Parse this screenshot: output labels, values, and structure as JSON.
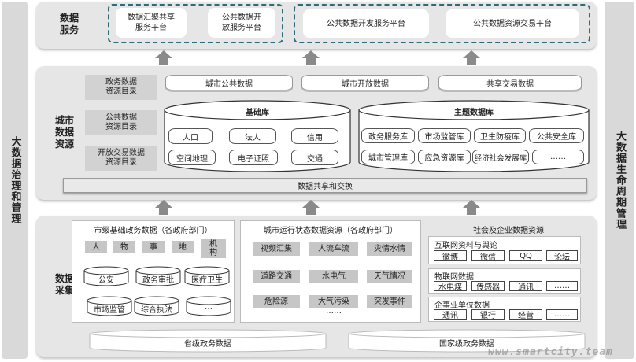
{
  "left_side": "大数据治理和管理",
  "right_side": "大数据生命周期管理",
  "services": {
    "label": "数据\n服务",
    "left_items": [
      "数据汇聚共享\n服务平台",
      "公共数据开\n放服务平台"
    ],
    "right_items": [
      "公共数据开发服务平台",
      "公共数据资源交易平台"
    ]
  },
  "resources": {
    "label": "城市\n数据\n资源",
    "catalogs": [
      "政务数据\n资源目录",
      "公共数据\n资源目录",
      "开放交易数据\n资源目录"
    ],
    "top_pills": [
      "城市公共数据",
      "城市开放数据",
      "共享交易数据"
    ],
    "base_lib": {
      "title": "基础库",
      "items": [
        "人口",
        "法人",
        "信用",
        "空间地理",
        "电子证照",
        "交通"
      ]
    },
    "theme_lib": {
      "title": "主题数据库",
      "items": [
        "政务服务库",
        "市场监管库",
        "卫生防疫库",
        "公共安全库",
        "城市管理库",
        "应急资源库",
        "经济社会发展库",
        "……"
      ]
    },
    "exchange_bar": "数据共享和交换"
  },
  "collection": {
    "label": "数据\n采集",
    "col1": {
      "title": "市级基础政务数据（各政府部门）",
      "tags": [
        "人",
        "物",
        "事",
        "地",
        "机\n构"
      ],
      "items": [
        "公安",
        "政务审批",
        "医疗卫生",
        "市场监管",
        "综合执法",
        "…"
      ]
    },
    "col2": {
      "title": "城市运行状态数据资源（各政府部门）",
      "tags": [
        "视频汇集",
        "人流车流",
        "灾情水情",
        "道路交通",
        "水电气",
        "天气情况",
        "危险源",
        "大气污染",
        "突发事件"
      ],
      "ellipsis": "……"
    },
    "col3": {
      "title": "社会及企业数据资源",
      "groups": [
        {
          "title": "互联网资料与舆论",
          "items": [
            "微博",
            "微信",
            "QQ",
            "论坛"
          ]
        },
        {
          "title": "物联网数据",
          "items": [
            "水电煤",
            "传感器",
            "通讯",
            "……"
          ]
        },
        {
          "title": "企事业单位数据",
          "items": [
            "通讯",
            "银行",
            "经营",
            "……"
          ]
        }
      ]
    },
    "bottom": [
      "省级政务数据",
      "国家级政务数据"
    ]
  },
  "watermark": "www.smartcity.team",
  "colors": {
    "dashed_border": "#2e6a78",
    "arrow": "#8a8a8a",
    "panel": "#e6e6e6",
    "sidebar": "#d9d9d9"
  }
}
